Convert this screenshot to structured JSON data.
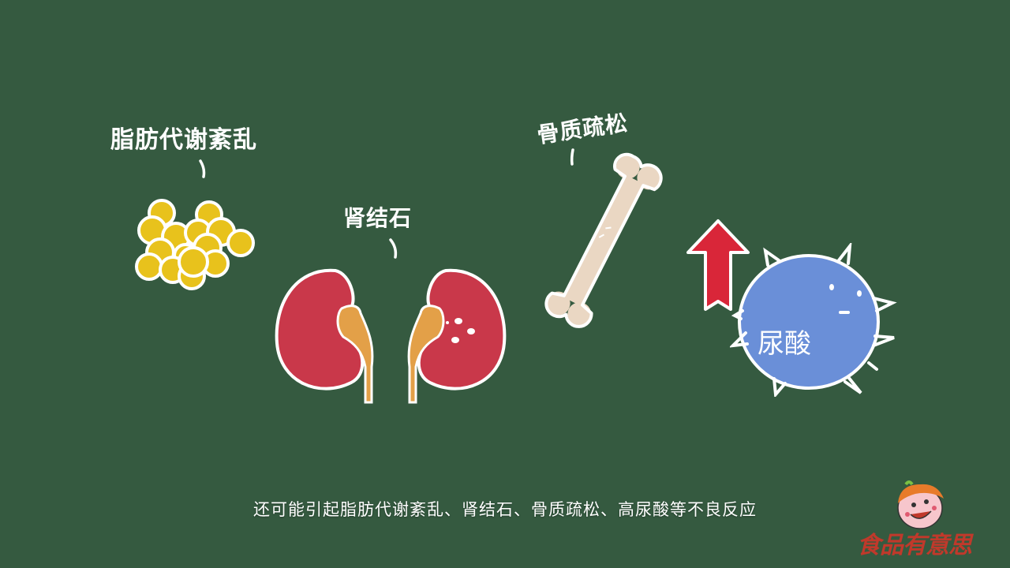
{
  "scene": {
    "background_color": "#355a40",
    "labels": {
      "lipid_metabolism": "脂肪代谢紊乱",
      "kidney_stones": "肾结石",
      "osteoporosis": "骨质疏松",
      "uric_acid": "尿酸"
    },
    "colors": {
      "fat": "#e8c21c",
      "kidney": "#c9384a",
      "ureter": "#e3a048",
      "bone": "#ead7c3",
      "arrow": "#d92639",
      "uric_ball": "#6a8fd8",
      "outline": "#ffffff"
    },
    "icons": {
      "fat": "fat-cells-icon",
      "kidneys": "kidneys-icon",
      "bone": "bone-icon",
      "arrow": "up-arrow-icon",
      "uric": "uric-acid-ball-icon"
    }
  },
  "subtitle": "还可能引起脂肪代谢紊乱、肾结石、骨质疏松、高尿酸等不良反应",
  "logo": {
    "text": "食品有意思",
    "color": "#c0392b"
  }
}
